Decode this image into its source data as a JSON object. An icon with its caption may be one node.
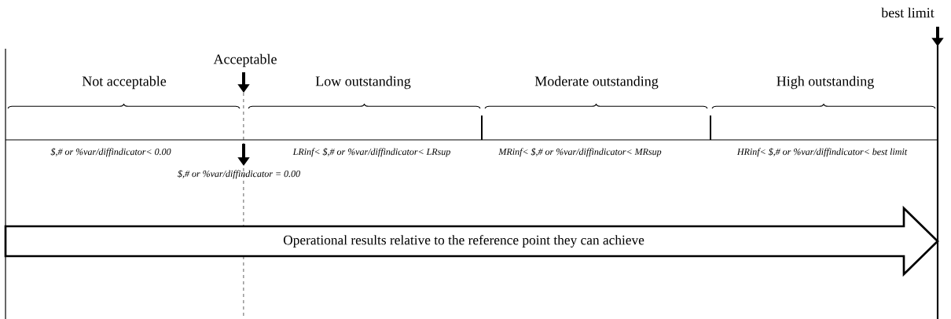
{
  "diagram": {
    "nodes": [
      {
        "text": [
          "Operational results relative to the reference point they can achieve"
        ]
      }
    ],
    "labels": [
      "best limit",
      "Acceptable",
      "Not acceptable",
      "Low outstanding",
      "Moderate outstanding",
      "High outstanding",
      "$,# or %var/diffindicator< 0.00",
      "LRinf< $,# or %var/diffindicator< LRsup",
      "MRinf< $,# or %var/diffindicator< MRsup",
      "HRinf< $,# or %var/diffindicator< best limit",
      "$,# or %var/diffindicator = 0.00"
    ]
  }
}
